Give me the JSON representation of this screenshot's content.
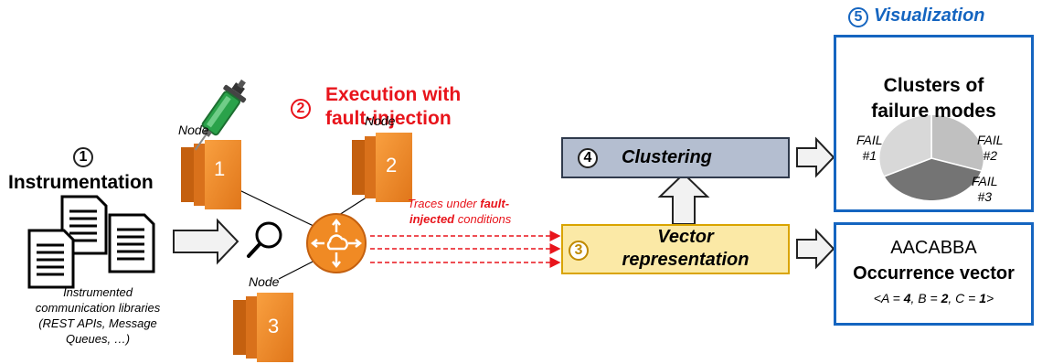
{
  "step1": {
    "number": "1",
    "title": "Instrumentation",
    "caption": [
      "Instrumented",
      "communication libraries",
      "(REST APIs, Message",
      "Queues, …)"
    ]
  },
  "step2": {
    "number": "2",
    "title_line1": "Execution with",
    "title_line2": "fault-injection"
  },
  "nodes": [
    {
      "label": "Node",
      "number": "1"
    },
    {
      "label": "Node",
      "number": "2"
    },
    {
      "label": "Node",
      "number": "3"
    }
  ],
  "traces": {
    "line1_normal": "Traces under ",
    "line1_bold": "fault-",
    "line2_bold": "injected",
    "line2_normal": " conditions"
  },
  "step3": {
    "number": "3",
    "line1": "Vector",
    "line2": "representation"
  },
  "step4": {
    "number": "4",
    "label": "Clustering"
  },
  "step5": {
    "number": "5",
    "label": "Visualization"
  },
  "clusters": {
    "title_line1": "Clusters of",
    "title_line2": "failure modes",
    "fail1": [
      "FAIL",
      "#1"
    ],
    "fail2": [
      "FAIL",
      "#2"
    ],
    "fail3": [
      "FAIL",
      "#3"
    ]
  },
  "occurrence": {
    "sequence": "AACABBA",
    "title": "Occurrence vector",
    "vec_a": "<A = ",
    "val_a": "4",
    "vec_b": ", B = ",
    "val_b": "2",
    "vec_c": ", C = ",
    "val_c": "1",
    "vec_end": ">"
  },
  "colors": {
    "accent_red": "#e8141b",
    "accent_blue": "#1565c0",
    "box_yellow": "#fbe9a6",
    "box_yellow_border": "#d9a400",
    "box_gray": "#b4bed0",
    "box_gray_border": "#2f3a4c",
    "orange": "#f08a24",
    "orange_dark": "#c4600f"
  }
}
